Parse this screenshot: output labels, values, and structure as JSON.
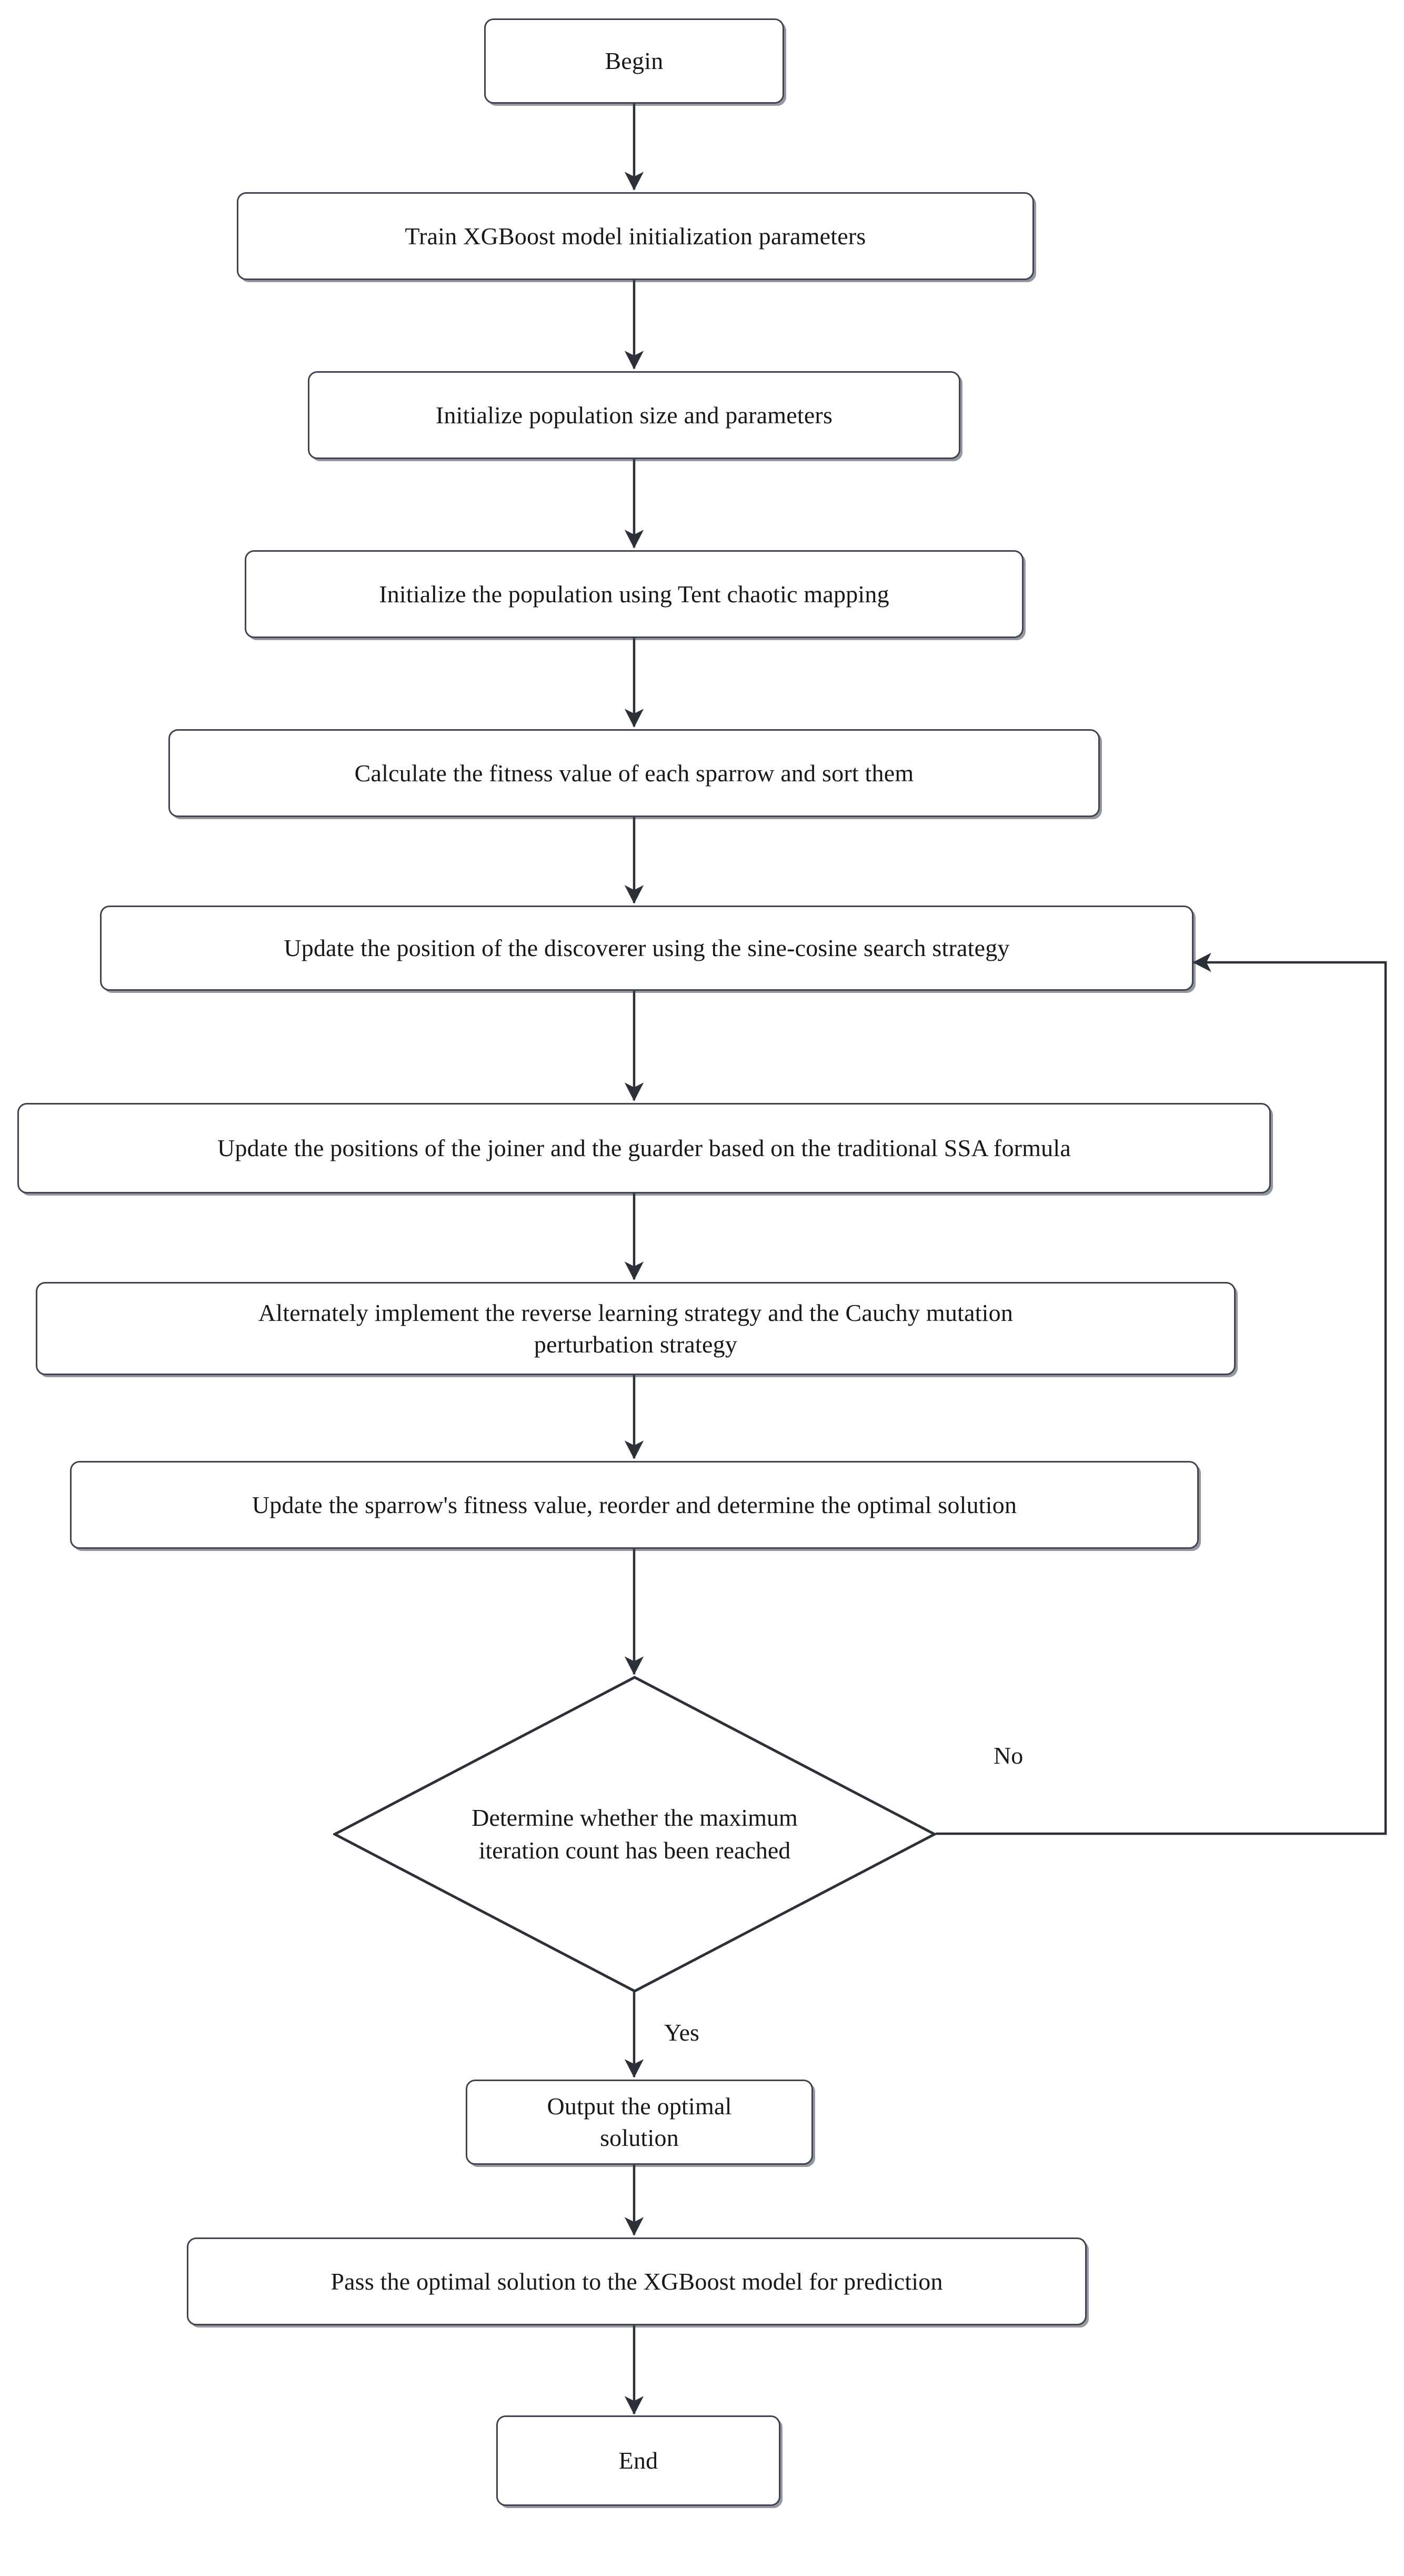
{
  "diagram": {
    "title": "ISSA-XGBoost optimization flowchart",
    "type": "flowchart",
    "orientation": "top-to-bottom",
    "stroke_color": "#3d4450",
    "text_color": "#16181c",
    "background_color": "#ffffff"
  },
  "nodes": [
    {
      "id": "begin",
      "shape": "rounded-rect",
      "text": "Begin"
    },
    {
      "id": "train",
      "shape": "rounded-rect",
      "text": "Train XGBoost model initialization parameters"
    },
    {
      "id": "init_pop",
      "shape": "rounded-rect",
      "text": "Initialize population size and parameters"
    },
    {
      "id": "tent",
      "shape": "rounded-rect",
      "text": "Initialize the population using Tent chaotic mapping"
    },
    {
      "id": "fitness",
      "shape": "rounded-rect",
      "text": "Calculate the fitness value of each sparrow and sort them"
    },
    {
      "id": "discoverer",
      "shape": "rounded-rect",
      "text": "Update the position of the discoverer using the sine-cosine search strategy"
    },
    {
      "id": "joiner",
      "shape": "rounded-rect",
      "text": "Update the positions of the joiner and the guarder based on the traditional SSA formula"
    },
    {
      "id": "alternate",
      "shape": "rounded-rect",
      "text": "Alternately implement the reverse learning strategy and the Cauchy mutation\nperturbation strategy"
    },
    {
      "id": "reorder",
      "shape": "rounded-rect",
      "text": "Update the sparrow's fitness value, reorder and determine the optimal solution"
    },
    {
      "id": "decision",
      "shape": "diamond",
      "text": "Determine whether the maximum\niteration count has been reached"
    },
    {
      "id": "output",
      "shape": "rounded-rect",
      "text": "Output the optimal\nsolution"
    },
    {
      "id": "predict",
      "shape": "rounded-rect",
      "text": "Pass the optimal solution to the XGBoost model for prediction"
    },
    {
      "id": "end",
      "shape": "rounded-rect",
      "text": "End"
    }
  ],
  "edges": [
    {
      "from": "begin",
      "to": "train",
      "label": ""
    },
    {
      "from": "train",
      "to": "init_pop",
      "label": ""
    },
    {
      "from": "init_pop",
      "to": "tent",
      "label": ""
    },
    {
      "from": "tent",
      "to": "fitness",
      "label": ""
    },
    {
      "from": "fitness",
      "to": "discoverer",
      "label": ""
    },
    {
      "from": "discoverer",
      "to": "joiner",
      "label": ""
    },
    {
      "from": "joiner",
      "to": "alternate",
      "label": ""
    },
    {
      "from": "alternate",
      "to": "reorder",
      "label": ""
    },
    {
      "from": "reorder",
      "to": "decision",
      "label": ""
    },
    {
      "from": "decision",
      "to": "discoverer",
      "label": "No"
    },
    {
      "from": "decision",
      "to": "output",
      "label": "Yes"
    },
    {
      "from": "output",
      "to": "predict",
      "label": ""
    },
    {
      "from": "predict",
      "to": "end",
      "label": ""
    }
  ],
  "edge_labels": {
    "no": "No",
    "yes": "Yes"
  }
}
